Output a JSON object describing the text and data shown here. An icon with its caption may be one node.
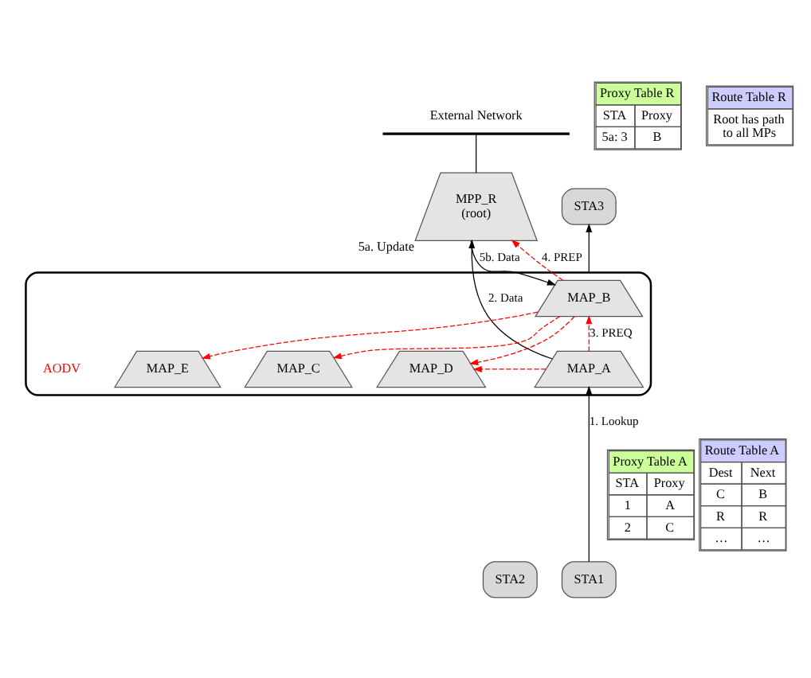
{
  "diagram": {
    "nodes": [
      {
        "text": [
          "Proxy Table R",
          "STA",
          "Proxy",
          "5a: 3",
          "B"
        ]
      },
      {
        "text": [
          "Route Table R",
          "Root has path to all MPs"
        ]
      },
      {
        "text": [
          "External Network"
        ]
      },
      {
        "text": [
          "MPP_R",
          "(root)"
        ],
        "beside": [
          "5a. Update"
        ]
      },
      {
        "text": [
          "STA3"
        ]
      },
      {
        "text": [],
        "shape": "cloud"
      },
      {
        "text": [
          "MAP_B"
        ],
        "in": 5
      },
      {
        "text": [
          "MAP_A"
        ],
        "in": 5
      },
      {
        "text": [
          "Proxy Table A",
          "STA",
          "Proxy",
          "1",
          "A",
          "2",
          "C"
        ]
      },
      {
        "text": [
          "Route Table A",
          "Dest",
          "Next",
          "C",
          "B",
          "R",
          "R",
          "…",
          "…"
        ]
      },
      {
        "text": [
          "MAP_E"
        ],
        "in": 5
      },
      {
        "text": [
          "MAP_D"
        ],
        "in": 5
      },
      {
        "text": [
          "MAP_C"
        ],
        "in": 5
      },
      {
        "text": [
          "STA1"
        ]
      },
      {
        "text": [
          "STA2"
        ]
      }
    ],
    "edges": [
      {
        "from": 13,
        "to": 7,
        "arrow": "to",
        "label": "1. Lookup",
        "color": "#000000"
      },
      {
        "from": 7,
        "to": 3,
        "arrow": "to",
        "label": "2. Data",
        "color": "#000000"
      },
      {
        "from": 7,
        "to": 6,
        "arrow": "to",
        "label": "3. PREQ",
        "style": "dashed"
      },
      {
        "from": 7,
        "to": 11,
        "arrow": "to",
        "style": "dashed"
      },
      {
        "from": 6,
        "to": 10,
        "arrow": "to",
        "style": "dashed"
      },
      {
        "from": 6,
        "to": 12,
        "arrow": "to",
        "style": "dashed"
      },
      {
        "from": 6,
        "to": 11,
        "arrow": "to",
        "style": "dashed"
      },
      {
        "from": 6,
        "to": 3,
        "arrow": "to",
        "label": "4. PREP",
        "style": "dashed"
      },
      {
        "from": 3,
        "to": 6,
        "arrow": "to",
        "label": "5b. Data",
        "color": "#000000"
      },
      {
        "from": 3,
        "to": 2,
        "arrow": "none",
        "color": "#000000"
      },
      {
        "from": 5,
        "to": 4,
        "arrow": "to",
        "color": "#000000"
      }
    ],
    "labels": [
      "AODV"
    ]
  }
}
